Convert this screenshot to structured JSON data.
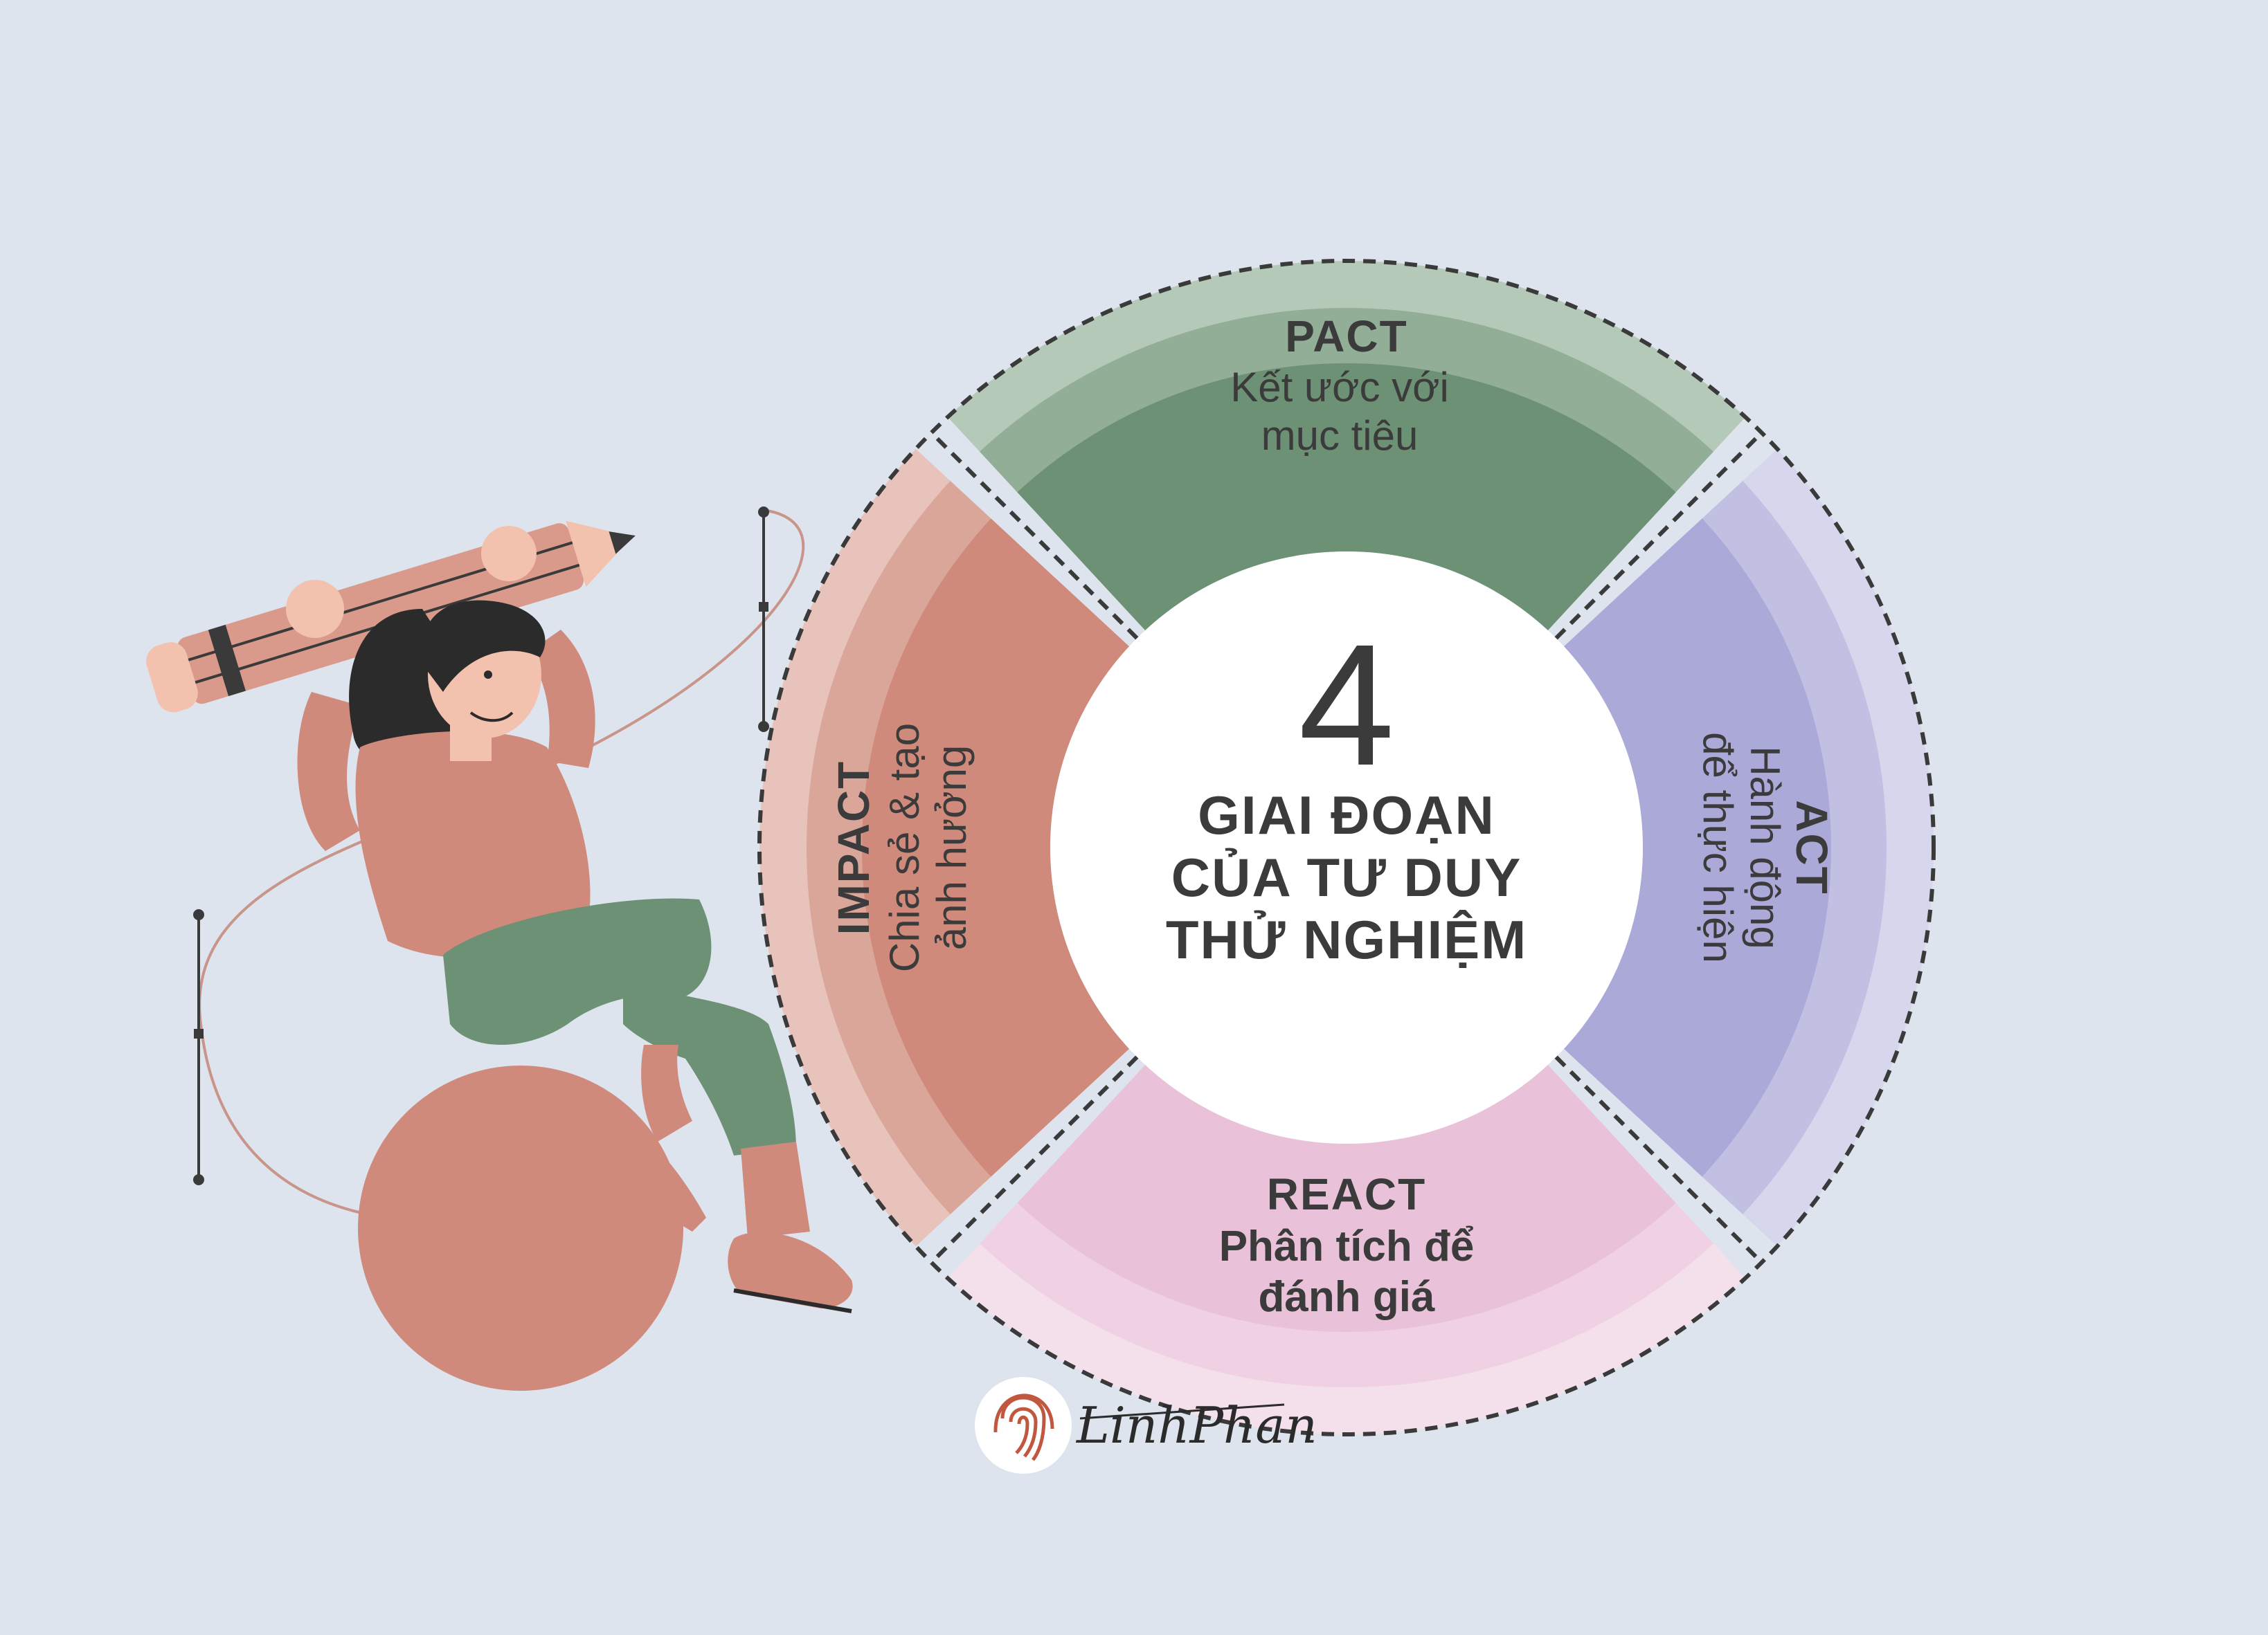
{
  "center": {
    "number": "4",
    "lines": [
      "GIAI ĐOẠN",
      "CỦA TƯ DUY",
      "THỬ NGHIỆM"
    ]
  },
  "segments": {
    "pact": {
      "title": "PACT",
      "lines": [
        "Kết ước với",
        "mục tiêu"
      ]
    },
    "act": {
      "title": "ACT",
      "lines": [
        "Hành động",
        "để thực hiện"
      ]
    },
    "react": {
      "title": "REACT",
      "lines": [
        "Phân tích để",
        "đánh giá"
      ]
    },
    "impact": {
      "title": "IMPACT",
      "lines": [
        "Chia sẻ & tạo",
        "ảnh hưởng"
      ]
    }
  },
  "colors": {
    "background": "#dde4ee",
    "pact": [
      "#b5c9b9",
      "#93ae97",
      "#6d9175"
    ],
    "act": [
      "#d6d6ec",
      "#c1c0e3",
      "#aaa9d8"
    ],
    "react": [
      "#f3e0ea",
      "#efd1e3",
      "#e9c2da"
    ],
    "impact": [
      "#e7c3bb",
      "#dba69a",
      "#cf8a7c"
    ],
    "text": "#3b3b3b"
  },
  "icons": {
    "illustration": "woman-with-pencil-on-ball",
    "logo": "fingerprint-icon"
  },
  "signature": "LinhPhan"
}
